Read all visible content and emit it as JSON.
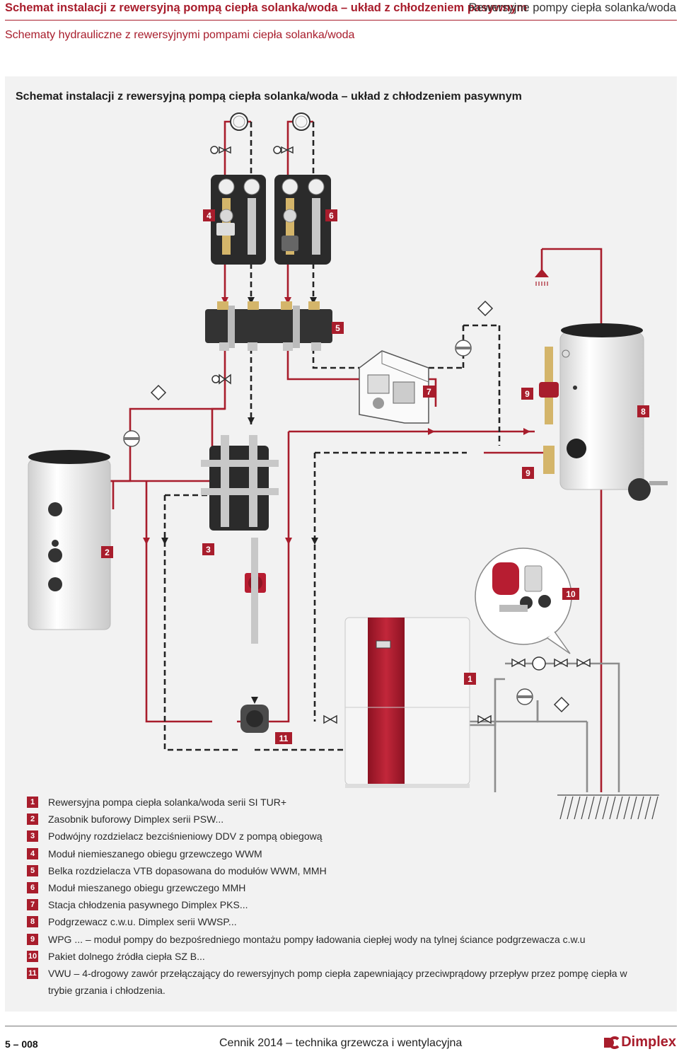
{
  "header": {
    "left_title": "Schemat instalacji z rewersyjną pompą ciepła solanka/woda – układ z chłodzeniem pasywnym",
    "right_title": "Rewersyjne pompy ciepła solanka/woda",
    "subtitle": "Schematy hydrauliczne z rewersyjnymi pompami ciepła solanka/woda"
  },
  "panel": {
    "title": "Schemat instalacji z rewersyjną pompą ciepła solanka/woda – układ z chłodzeniem pasywnym"
  },
  "labels": {
    "n1": "1",
    "n2": "2",
    "n3": "3",
    "n4": "4",
    "n5": "5",
    "n6": "6",
    "n7": "7",
    "n8": "8",
    "n9a": "9",
    "n9b": "9",
    "n10": "10",
    "n11": "11"
  },
  "legend": [
    {
      "num": "1",
      "text": "Rewersyjna pompa ciepła solanka/woda serii SI TUR+"
    },
    {
      "num": "2",
      "text": "Zasobnik buforowy Dimplex serii PSW..."
    },
    {
      "num": "3",
      "text": "Podwójny rozdzielacz bezciśnieniowy DDV z pompą obiegową"
    },
    {
      "num": "4",
      "text": "Moduł niemieszanego obiegu grzewczego WWM"
    },
    {
      "num": "5",
      "text": "Belka rozdzielacza VTB dopasowana do modułów WWM, MMH"
    },
    {
      "num": "6",
      "text": "Moduł mieszanego obiegu grzewczego MMH"
    },
    {
      "num": "7",
      "text": "Stacja chłodzenia pasywnego Dimplex PKS..."
    },
    {
      "num": "8",
      "text": "Podgrzewacz c.w.u. Dimplex serii WWSP..."
    },
    {
      "num": "9",
      "text": "WPG ... – moduł pompy do bezpośredniego montażu pompy ładowania ciepłej wody na tylnej ściance podgrzewacza c.w.u"
    },
    {
      "num": "10",
      "text": "Pakiet dolnego źródła ciepła SZ B..."
    },
    {
      "num": "11",
      "text": "VWU – 4-drogowy zawór przełączający do rewersyjnych pomp ciepła zapewniający przeciwprądowy przepływ przez pompę ciepła w trybie grzania i chłodzenia."
    }
  ],
  "footer": {
    "page": "5 – 008",
    "center": "Cennik 2014 – technika grzewcza i wentylacyjna",
    "logo_text": "Dimplex"
  },
  "colors": {
    "accent": "#a81d2c",
    "pipe_dark": "#222222",
    "panel_bg": "#f2f2f2"
  }
}
